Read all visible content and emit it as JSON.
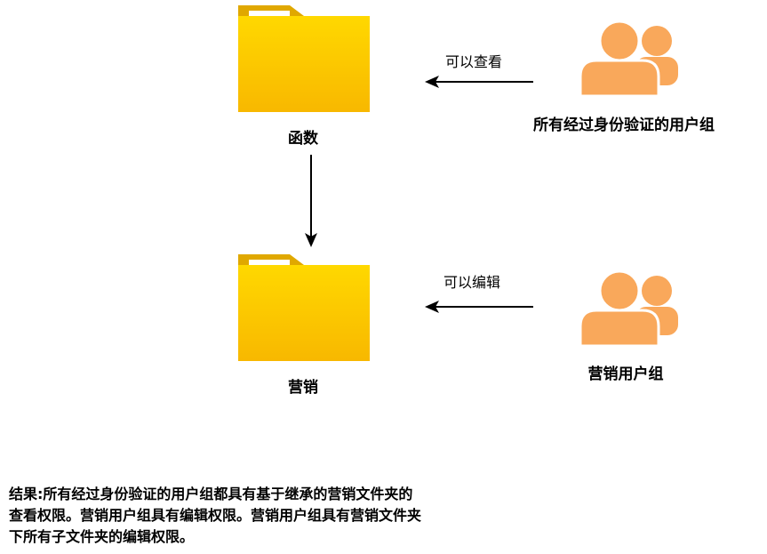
{
  "nodes": {
    "folder_top": {
      "label": "函数",
      "icon": "folder-icon"
    },
    "folder_bottom": {
      "label": "营销",
      "icon": "folder-icon"
    },
    "group_top": {
      "label": "所有经过身份验证的用户组",
      "icon": "users-icon"
    },
    "group_bottom": {
      "label": "营销用户组",
      "icon": "users-icon"
    }
  },
  "edges": {
    "top": {
      "label": "可以查看"
    },
    "bottom": {
      "label": "可以编辑"
    }
  },
  "result": {
    "text": "结果:所有经过身份验证的用户组都具有基于继承的营销文件夹的查看权限。营销用户组具有编辑权限。营销用户组具有营销文件夹下所有子文件夹的编辑权限。"
  },
  "colors": {
    "folder_body": "#FFD400",
    "folder_body_dark": "#F7B500",
    "folder_tab": "#E0A800",
    "folder_paper": "#FFFFFF",
    "users": "#F9A85B",
    "line": "#000000"
  }
}
